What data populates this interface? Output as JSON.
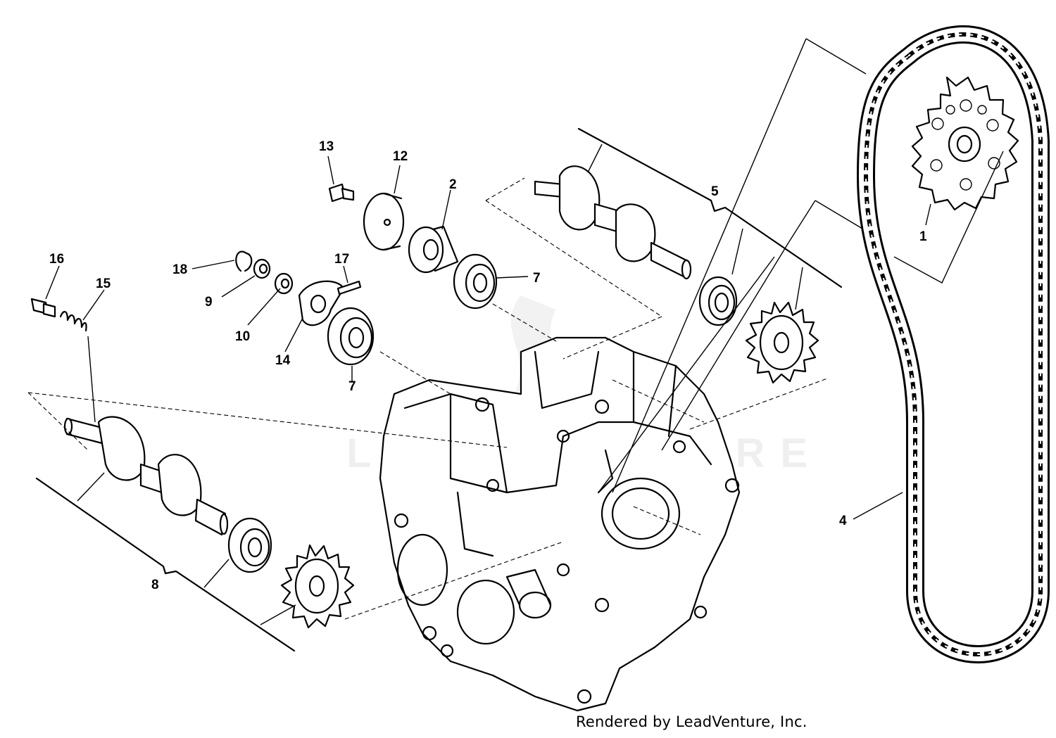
{
  "parts": [
    {
      "id": "1"
    },
    {
      "id": "2"
    },
    {
      "id": "4"
    },
    {
      "id": "5"
    },
    {
      "id": "7"
    },
    {
      "id": "7"
    },
    {
      "id": "8"
    },
    {
      "id": "9"
    },
    {
      "id": "10"
    },
    {
      "id": "12"
    },
    {
      "id": "13"
    },
    {
      "id": "14"
    },
    {
      "id": "15"
    },
    {
      "id": "16"
    },
    {
      "id": "17"
    },
    {
      "id": "18"
    }
  ],
  "watermark": "LEADVENTURE",
  "credit": "Rendered by LeadVenture, Inc."
}
